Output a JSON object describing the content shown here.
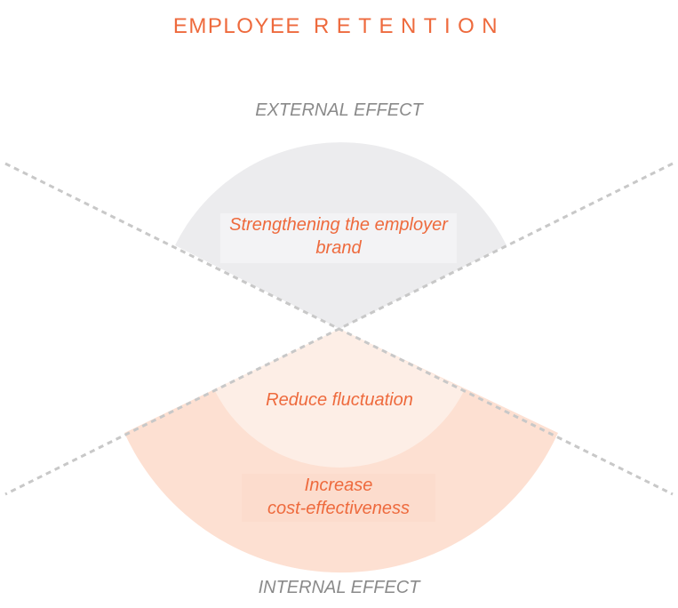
{
  "title": {
    "word1": "EMPLOYEE",
    "word2": "RETENTION"
  },
  "labels": {
    "external": "EXTERNAL EFFECT",
    "internal": "INTERNAL EFFECT"
  },
  "segments": {
    "top": "Strengthening the employer brand",
    "inner": "Reduce fluctuation",
    "outer_line1": "Increase",
    "outer_line2": "cost-effectiveness"
  },
  "colors": {
    "accent": "#ee6a3d",
    "label_gray": "#8a8a8a",
    "top_fill": "#ececee",
    "bottom_outer_fill": "#fde0d2",
    "bottom_inner_fill": "#fdeee6",
    "dash": "#c8c8c8"
  }
}
